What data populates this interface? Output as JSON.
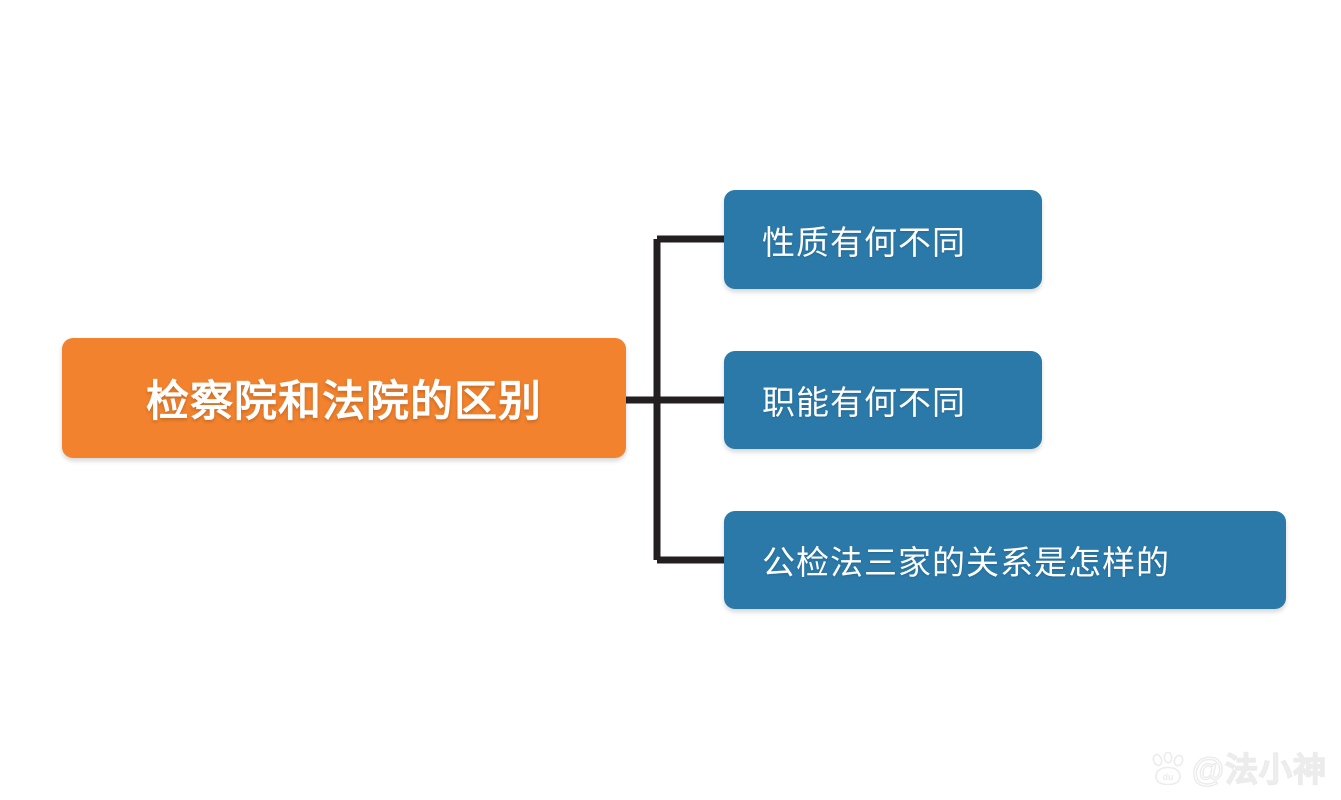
{
  "diagram": {
    "type": "mind-map",
    "orientation": "left-to-right",
    "background_color": "#FFFFFF",
    "root": {
      "label": "检察院和法院的区别",
      "fill_color": "#F2822D",
      "text_color": "#FFFFFF"
    },
    "children": [
      {
        "label": "性质有何不同",
        "fill_color": "#2A79A9",
        "text_color": "#FFFFFF"
      },
      {
        "label": "职能有何不同",
        "fill_color": "#2A79A9",
        "text_color": "#FFFFFF"
      },
      {
        "label": "公检法三家的关系是怎样的",
        "fill_color": "#2A79A9",
        "text_color": "#FFFFFF"
      }
    ],
    "connector_color": "#231F20"
  },
  "watermark": {
    "icon": "baidu-paw-icon",
    "text": "@法小神",
    "color": "#ECECEC"
  }
}
